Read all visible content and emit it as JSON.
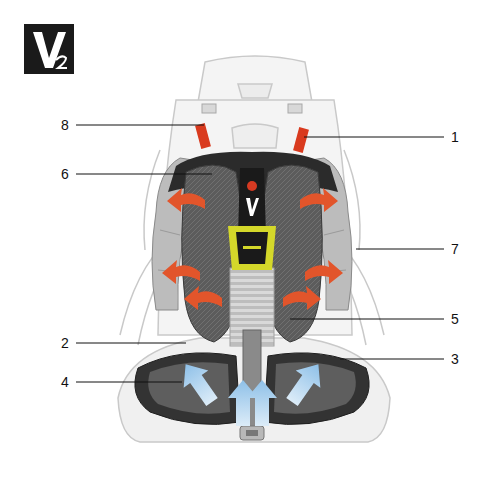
{
  "diagram": {
    "labels": [
      "8",
      "1",
      "6",
      "7",
      "2",
      "5",
      "3",
      "4"
    ]
  }
}
